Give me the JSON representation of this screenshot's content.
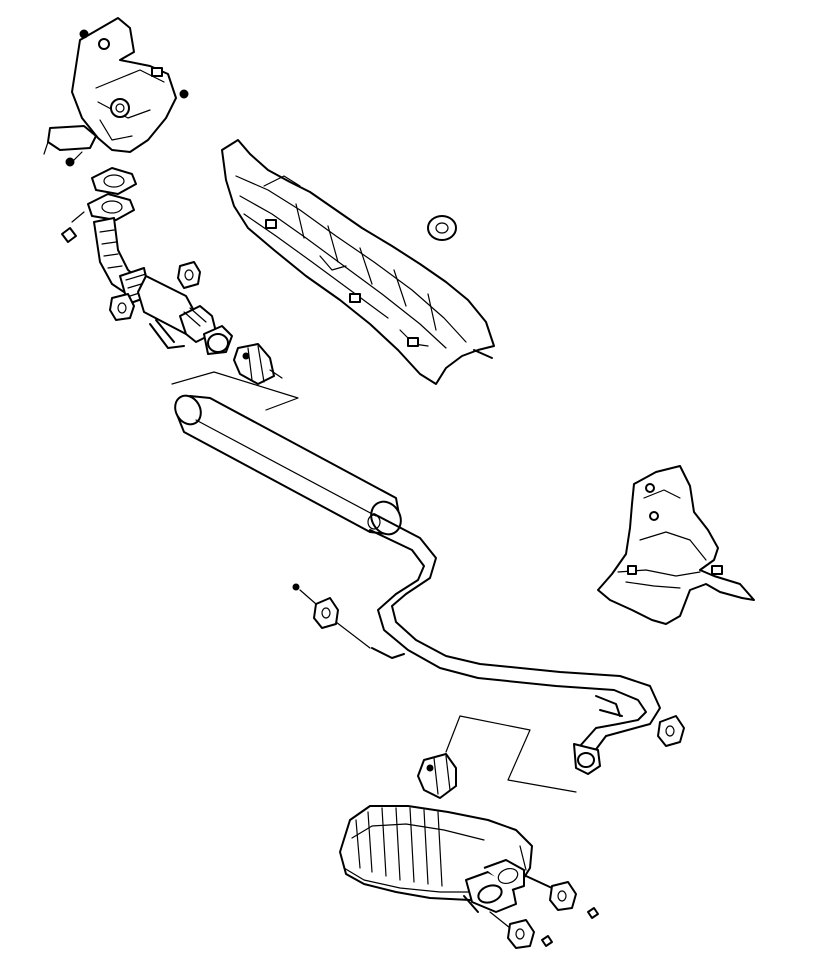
{
  "diagram": {
    "type": "exploded-parts-illustration",
    "subject": "exhaust system",
    "parts": [
      "manifold-heat-shield",
      "manifold-gasket",
      "front-pipe",
      "flex-joint",
      "catalytic-converter",
      "rubber-hanger",
      "pipe-clamp",
      "center-heat-shield",
      "grommet",
      "center-muffler",
      "intermediate-pipe",
      "rear-heat-shield",
      "rear-clamp",
      "rear-muffler",
      "tail-pipes"
    ],
    "line_color": "#000000",
    "background": "#ffffff"
  }
}
